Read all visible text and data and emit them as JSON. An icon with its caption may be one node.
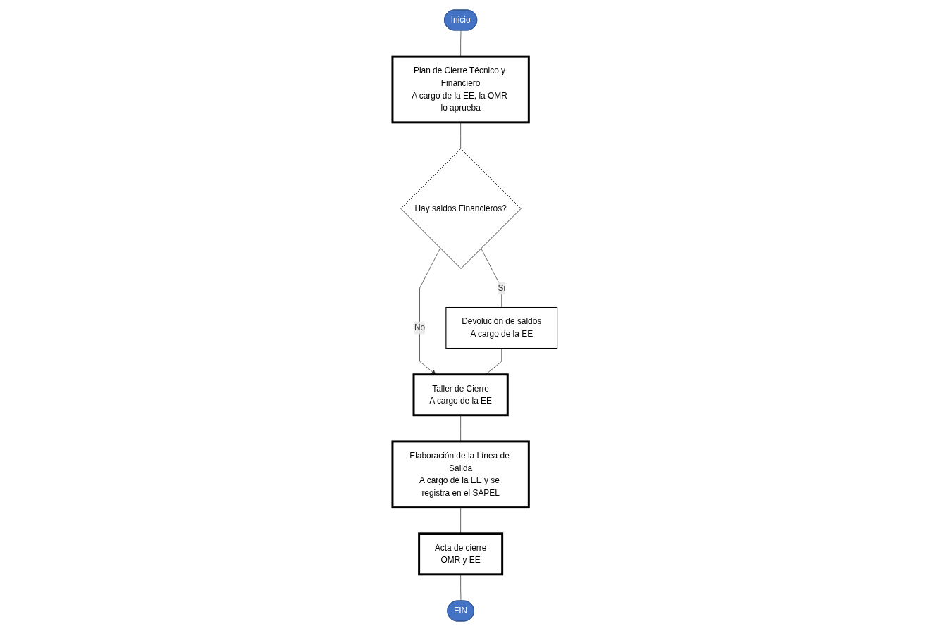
{
  "diagram": {
    "nodes": [
      {
        "text": [
          "Inicio"
        ]
      },
      {
        "text": [
          "Plan de Cierre Técnico y Financiero",
          "A cargo de la EE, la OMR lo aprueba"
        ]
      },
      {
        "text": [
          "Hay saldos Financieros?"
        ]
      },
      {
        "text": [
          "Devolución de saldos",
          "A cargo de la EE"
        ]
      },
      {
        "text": [
          "Taller de Cierre",
          "A cargo de la EE"
        ]
      },
      {
        "text": [
          "Elaboración de la Línea de Salida",
          "A cargo de la EE y se registra en el SAPEL"
        ]
      },
      {
        "text": [
          "Acta de cierre",
          "OMR y EE"
        ]
      },
      {
        "text": [
          "FIN"
        ]
      }
    ],
    "edges": [
      {
        "from": 0,
        "to": 1,
        "arrow": "none"
      },
      {
        "from": 1,
        "to": 2,
        "arrow": "none"
      },
      {
        "from": 2,
        "to": 4,
        "label": "No",
        "arrow": "to"
      },
      {
        "from": 2,
        "to": 3,
        "label": "Si",
        "arrow": "none"
      },
      {
        "from": 3,
        "to": 4,
        "arrow": "none"
      },
      {
        "from": 4,
        "to": 5,
        "arrow": "none"
      },
      {
        "from": 5,
        "to": 6,
        "arrow": "none"
      },
      {
        "from": 6,
        "to": 7,
        "arrow": "none"
      }
    ]
  }
}
